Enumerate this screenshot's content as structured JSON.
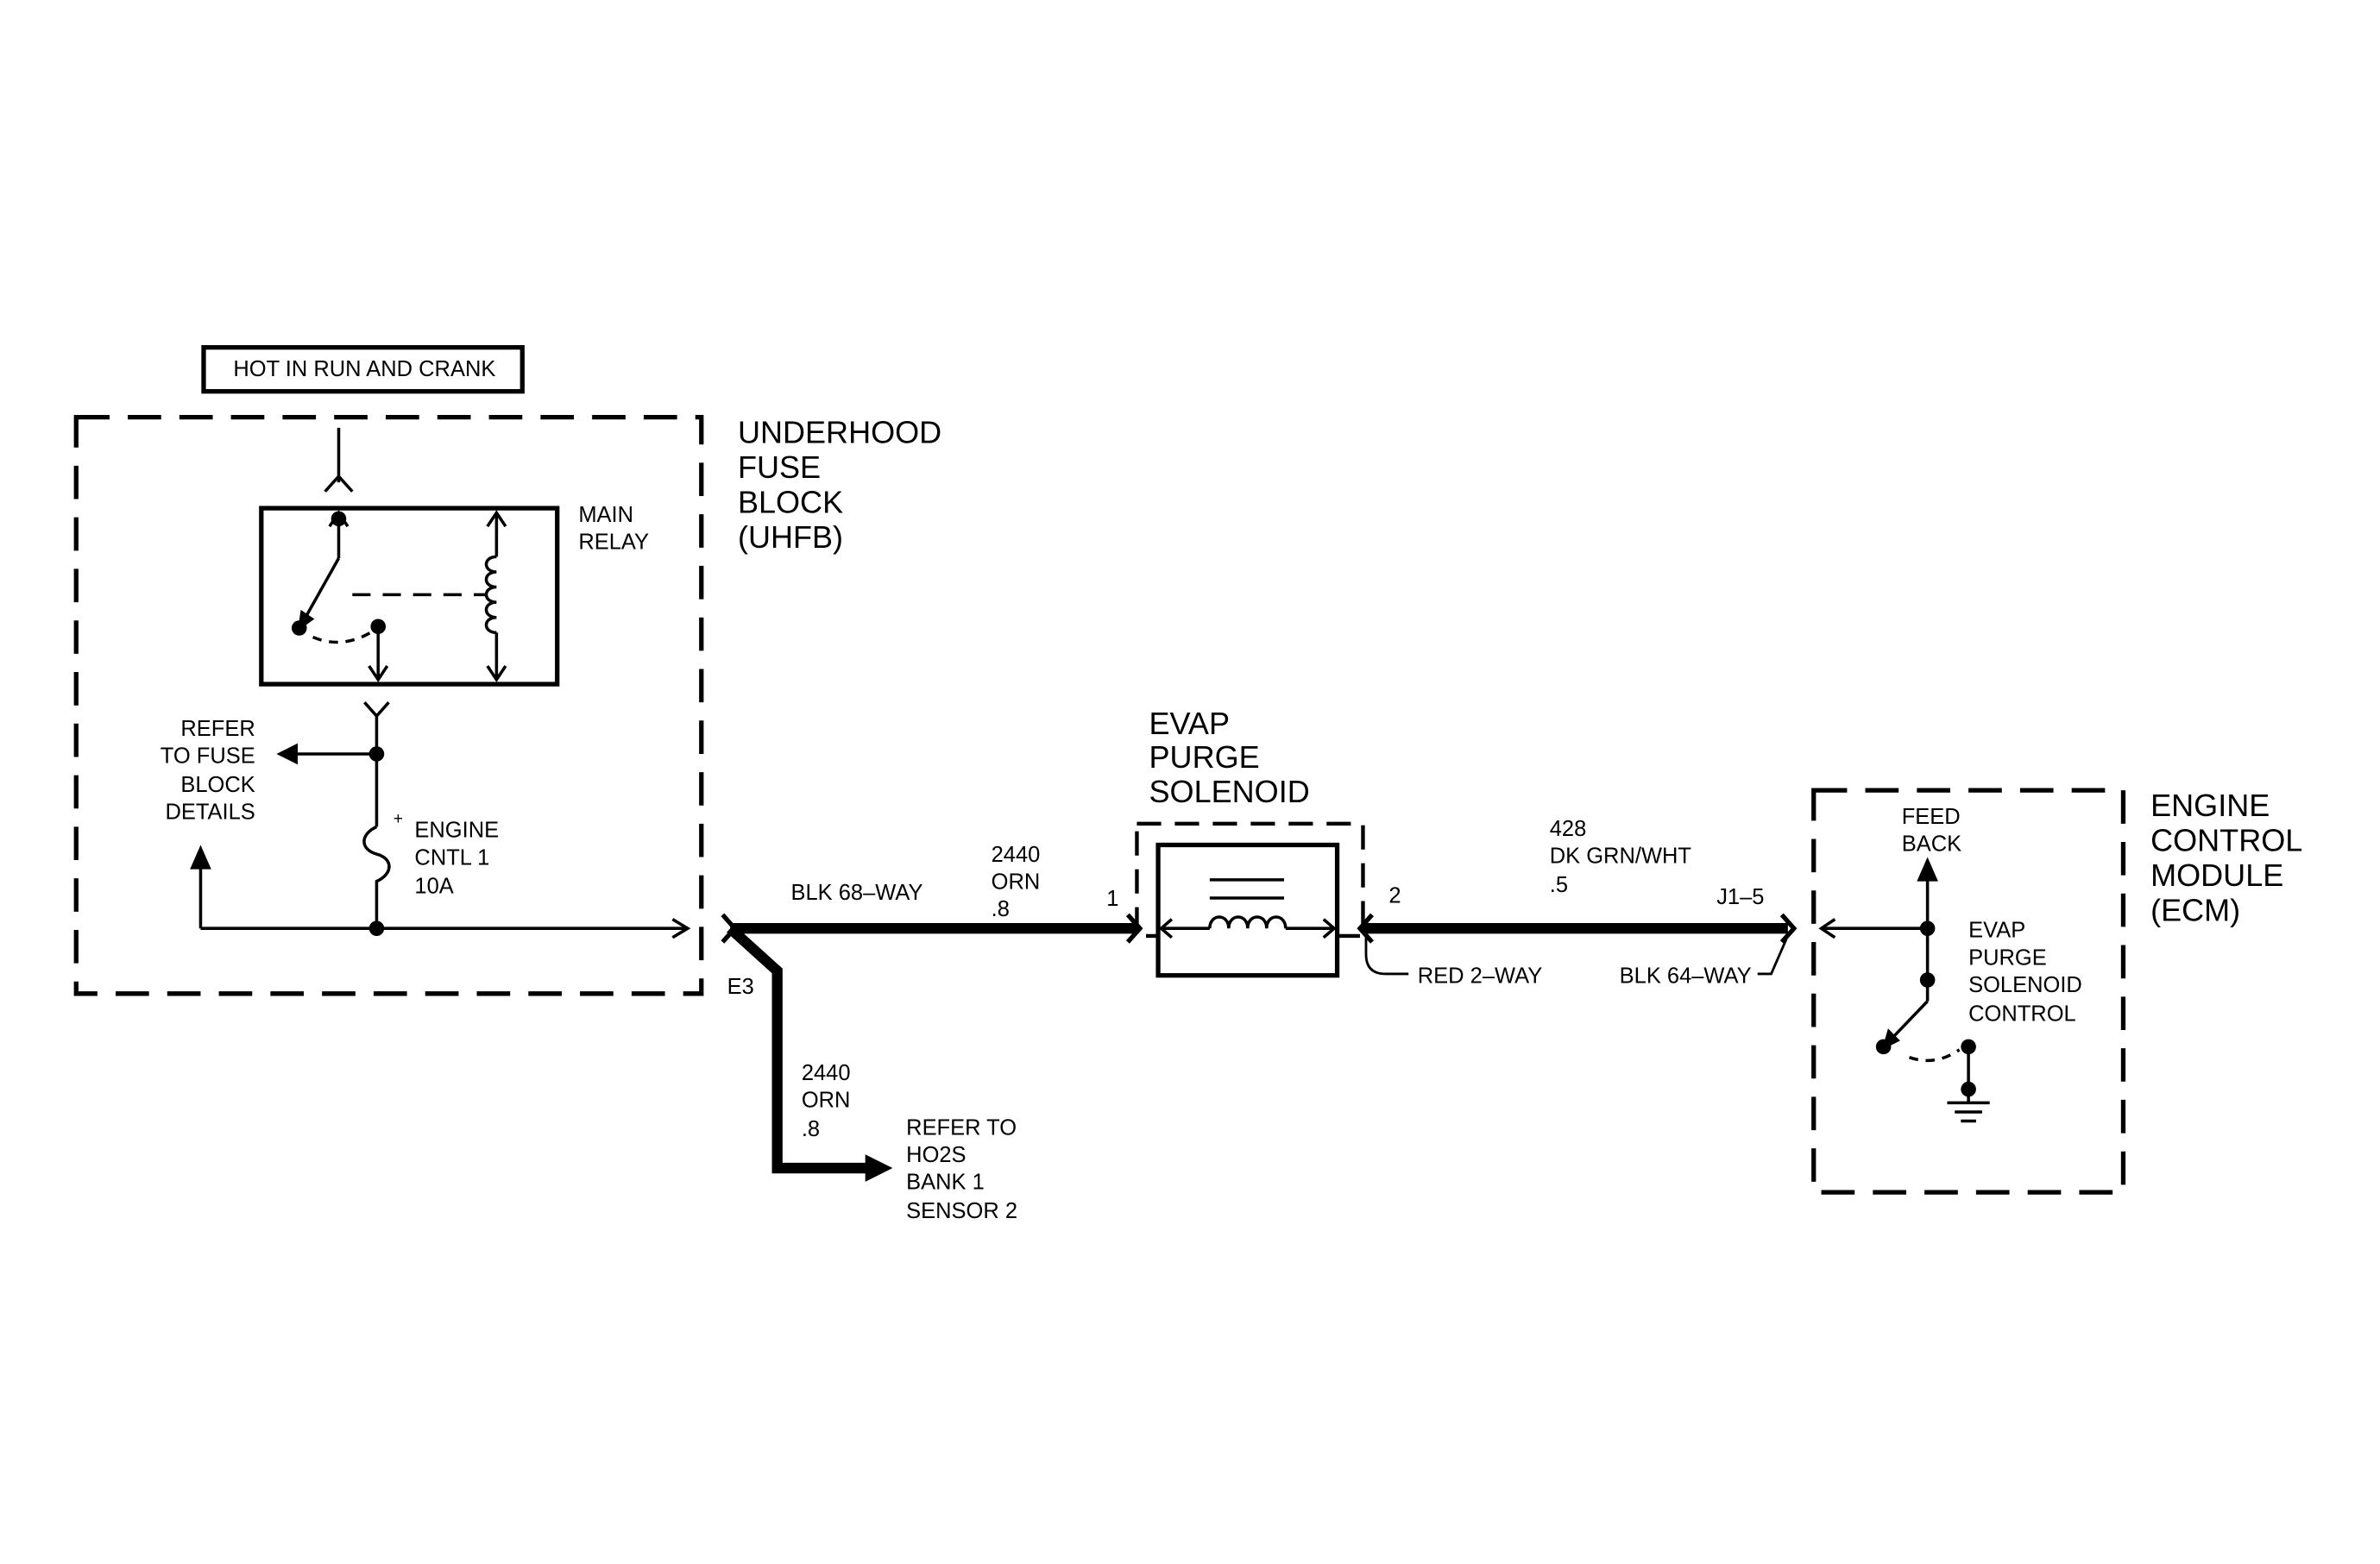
{
  "hot_box": {
    "label": "HOT IN RUN AND CRANK"
  },
  "uhfb": {
    "title_lines": [
      "UNDERHOOD",
      "FUSE",
      "BLOCK",
      "(UHFB)"
    ],
    "relay_label_lines": [
      "MAIN",
      "RELAY"
    ],
    "refer_lines": [
      "REFER",
      "TO FUSE",
      "BLOCK",
      "DETAILS"
    ],
    "fuse_polarity": "+",
    "fuse_label_lines": [
      "ENGINE",
      "CNTL 1",
      "10A"
    ]
  },
  "wire_2440": {
    "connector": "BLK 68–WAY",
    "circuit_lines": [
      "2440",
      "ORN",
      ".8"
    ],
    "pin": "1",
    "splice": "E3",
    "branch_circuit_lines": [
      "2440",
      "ORN",
      ".8"
    ],
    "refer_lines": [
      "REFER TO",
      "HO2S",
      "BANK 1",
      "SENSOR 2"
    ]
  },
  "solenoid": {
    "title_lines": [
      "EVAP",
      "PURGE",
      "SOLENOID"
    ]
  },
  "wire_428": {
    "pin": "2",
    "connector_left": "RED 2–WAY",
    "circuit_lines": [
      "428",
      "DK GRN/WHT",
      ".5"
    ],
    "ecm_pin": "J1–5",
    "connector_right": "BLK 64–WAY"
  },
  "ecm": {
    "title_lines": [
      "ENGINE",
      "CONTROL",
      "MODULE",
      "(ECM)"
    ],
    "feedback_lines": [
      "FEED",
      "BACK"
    ],
    "control_lines": [
      "EVAP",
      "PURGE",
      "SOLENOID",
      "CONTROL"
    ]
  }
}
